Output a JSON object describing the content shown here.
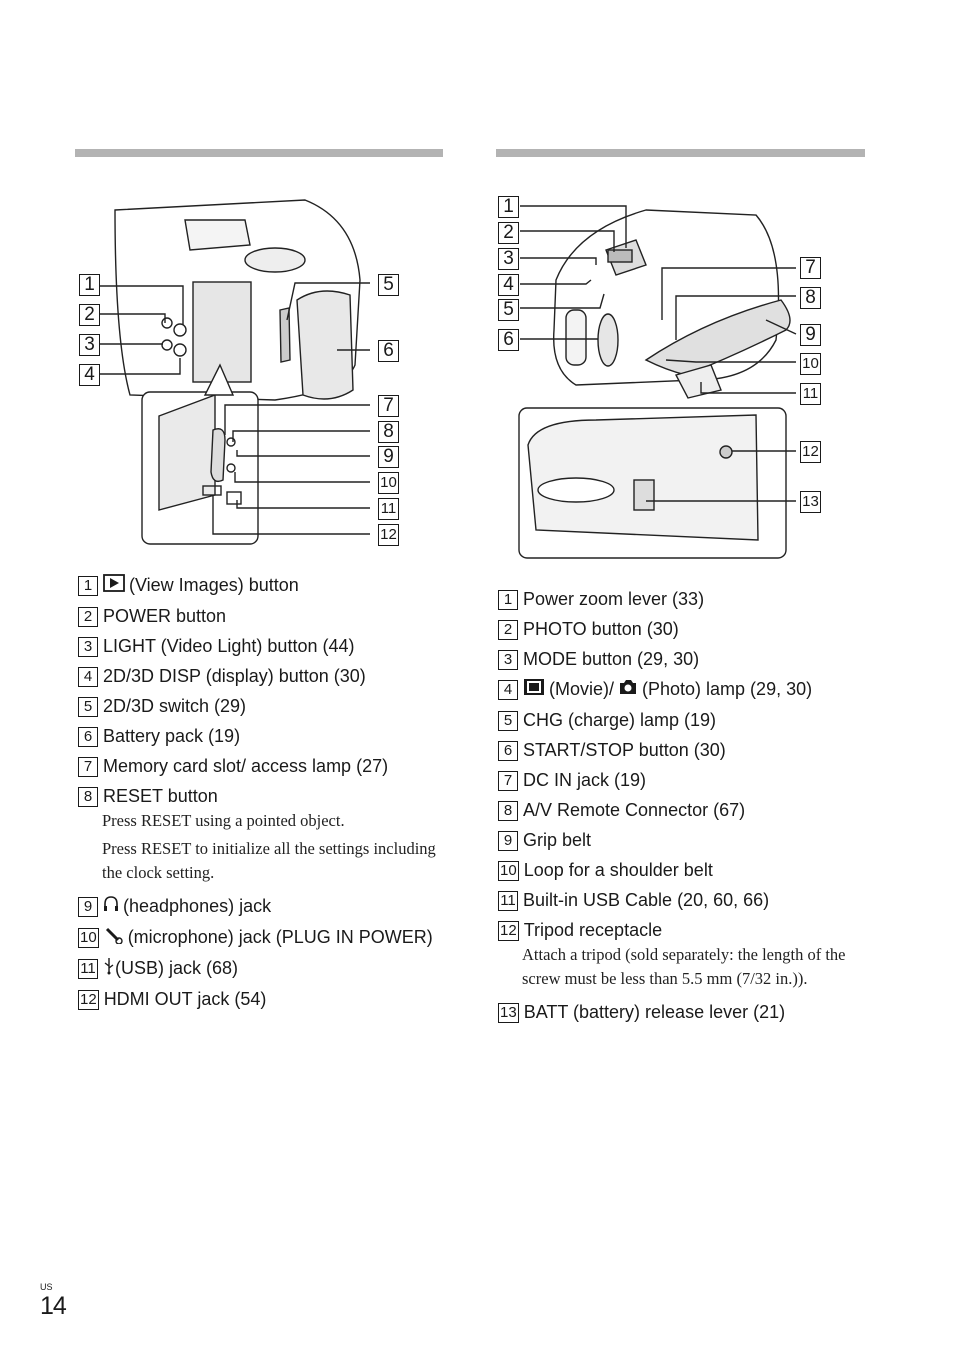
{
  "left": {
    "callouts": [
      "1",
      "2",
      "3",
      "4",
      "5",
      "6",
      "7",
      "8",
      "9",
      "10",
      "11",
      "12"
    ],
    "items": [
      {
        "n": "1",
        "icon": "play-icon",
        "text": "(View Images) button"
      },
      {
        "n": "2",
        "text": "POWER button"
      },
      {
        "n": "3",
        "text": "LIGHT (Video Light) button (44)"
      },
      {
        "n": "4",
        "text": "2D/3D DISP (display) button (30)"
      },
      {
        "n": "5",
        "text": "2D/3D switch (29)"
      },
      {
        "n": "6",
        "text": "Battery pack (19)"
      },
      {
        "n": "7",
        "text": "Memory card slot/ access lamp (27)"
      },
      {
        "n": "8",
        "text": "RESET button",
        "notes": [
          "Press RESET using a pointed object.",
          "Press RESET to initialize all the settings including the clock setting."
        ]
      },
      {
        "n": "9",
        "icon": "headphones-icon",
        "text": "(headphones) jack"
      },
      {
        "n": "10",
        "icon": "microphone-icon",
        "text": "(microphone) jack (PLUG IN POWER)"
      },
      {
        "n": "11",
        "icon": "usb-icon",
        "text": "(USB) jack (68)"
      },
      {
        "n": "12",
        "text": "HDMI OUT jack (54)"
      }
    ]
  },
  "right": {
    "callouts": [
      "1",
      "2",
      "3",
      "4",
      "5",
      "6",
      "7",
      "8",
      "9",
      "10",
      "11",
      "12",
      "13"
    ],
    "items": [
      {
        "n": "1",
        "text": "Power zoom lever (33)"
      },
      {
        "n": "2",
        "text": "PHOTO button (30)"
      },
      {
        "n": "3",
        "text": "MODE button (29, 30)"
      },
      {
        "n": "4",
        "icon": "movie-icon",
        "text": "(Movie)/",
        "icon2": "camera-icon",
        "text2": "(Photo) lamp (29, 30)"
      },
      {
        "n": "5",
        "text": "CHG (charge) lamp (19)"
      },
      {
        "n": "6",
        "text": "START/STOP button (30)"
      },
      {
        "n": "7",
        "text": "DC IN jack (19)"
      },
      {
        "n": "8",
        "text": "A/V Remote Connector (67)"
      },
      {
        "n": "9",
        "text": "Grip belt"
      },
      {
        "n": "10",
        "text": "Loop for a shoulder belt"
      },
      {
        "n": "11",
        "text": "Built-in USB Cable (20, 60, 66)"
      },
      {
        "n": "12",
        "text": "Tripod receptacle",
        "notes": [
          "Attach a tripod (sold separately: the length of the screw must be less than 5.5 mm (7/32 in.))."
        ]
      },
      {
        "n": "13",
        "text": "BATT (battery) release lever (21)"
      }
    ]
  },
  "footer": {
    "region": "US",
    "page": "14"
  }
}
